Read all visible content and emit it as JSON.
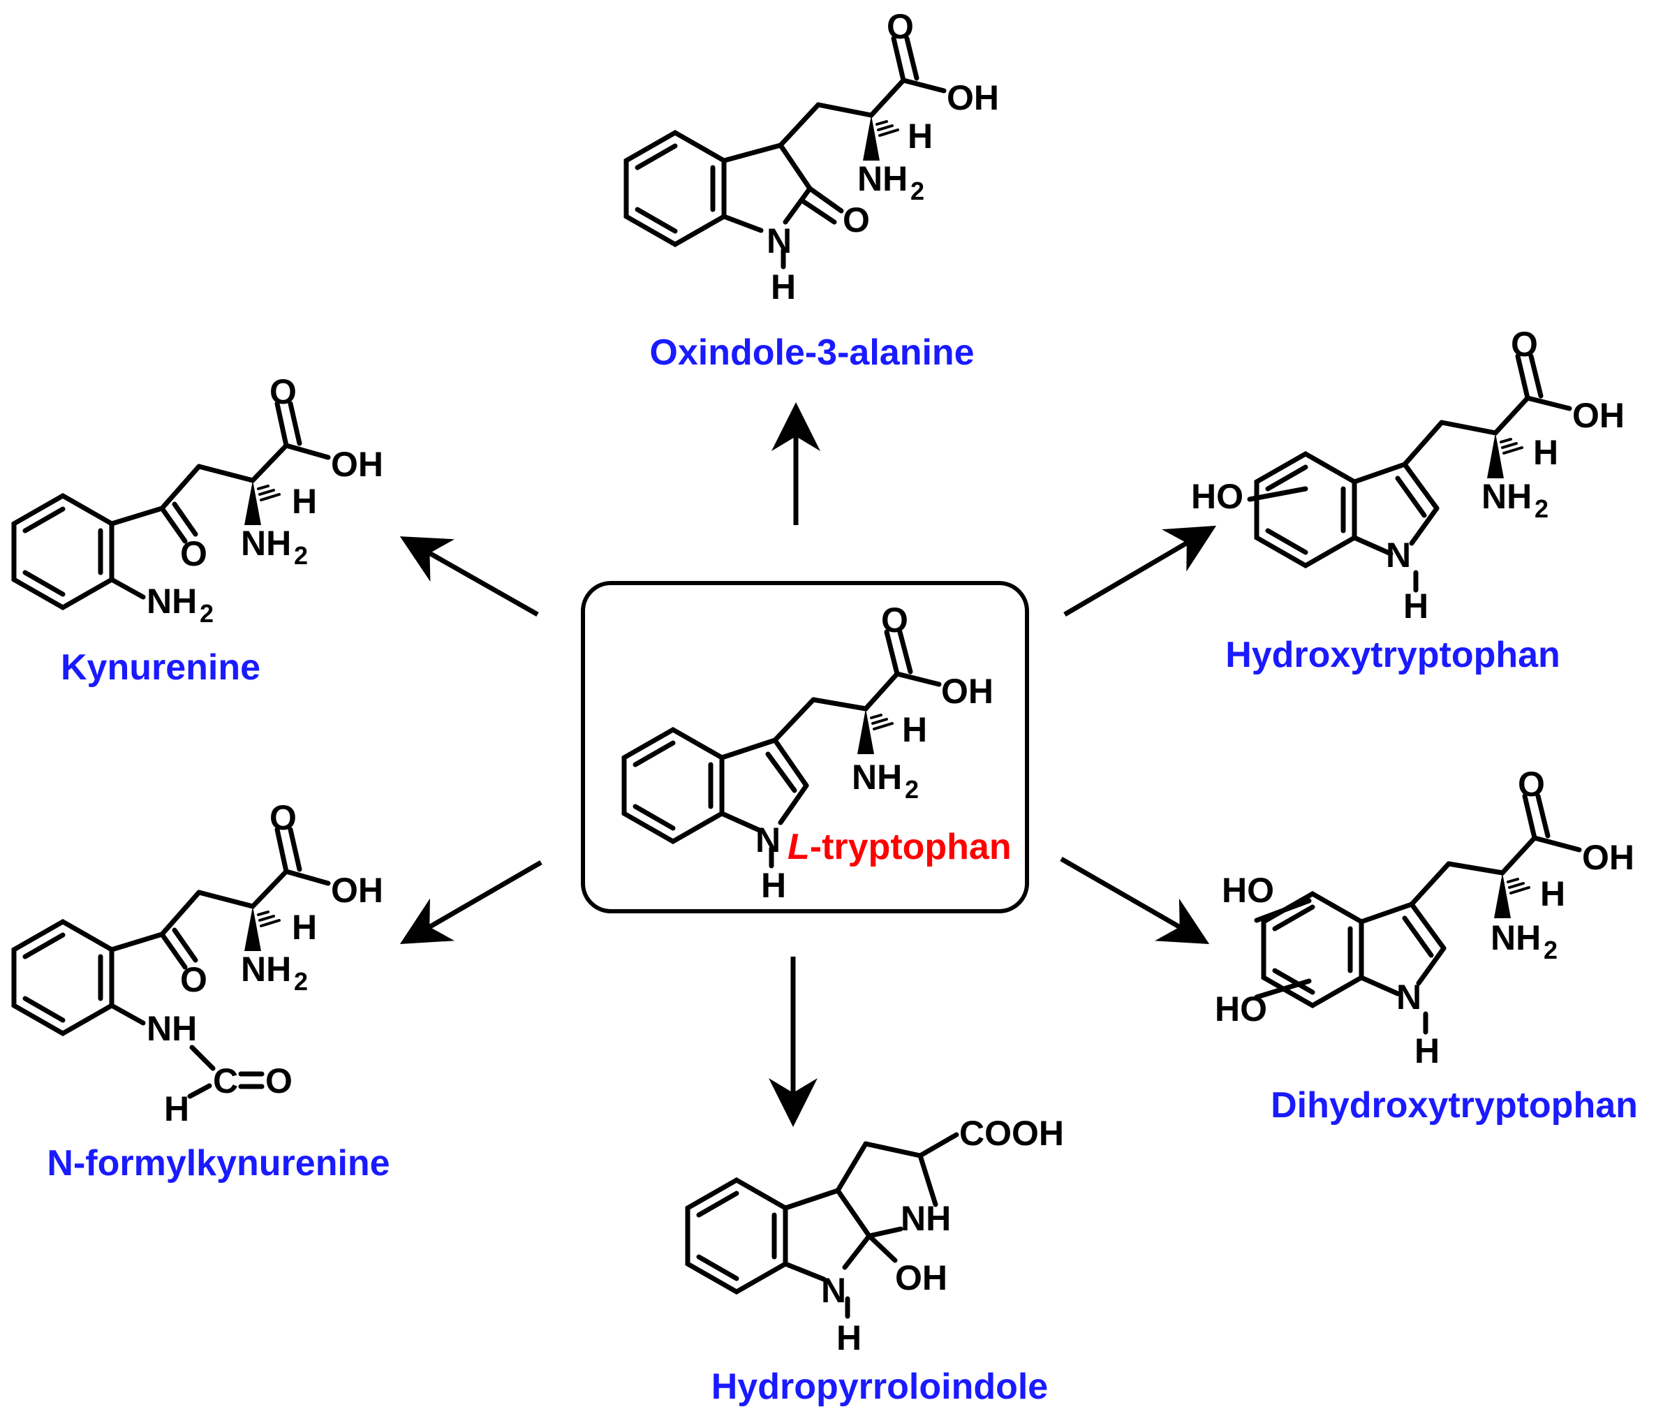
{
  "colors": {
    "compound_name": "#1a1aff",
    "center_name": "#ff0000",
    "structure": "#000000"
  },
  "center": {
    "name_prefix": "L",
    "name_suffix": "-tryptophan"
  },
  "products": {
    "oxindole": {
      "name": "Oxindole-3-alanine"
    },
    "kynurenine": {
      "name": "Kynurenine"
    },
    "hydroxytryptophan": {
      "name": "Hydroxytryptophan"
    },
    "nformylkynurenine": {
      "name": "N-formylkynurenine"
    },
    "dihydroxytryptophan": {
      "name": "Dihydroxytryptophan"
    },
    "hydropyrroloindole": {
      "name": "Hydropyrroloindole"
    }
  },
  "atoms": {
    "O": "O",
    "OH": "OH",
    "H": "H",
    "N": "N",
    "NH": "NH",
    "NH2_main": "NH",
    "sub2": "2",
    "HO": "HO",
    "COOH": "COOH",
    "C": "C"
  }
}
